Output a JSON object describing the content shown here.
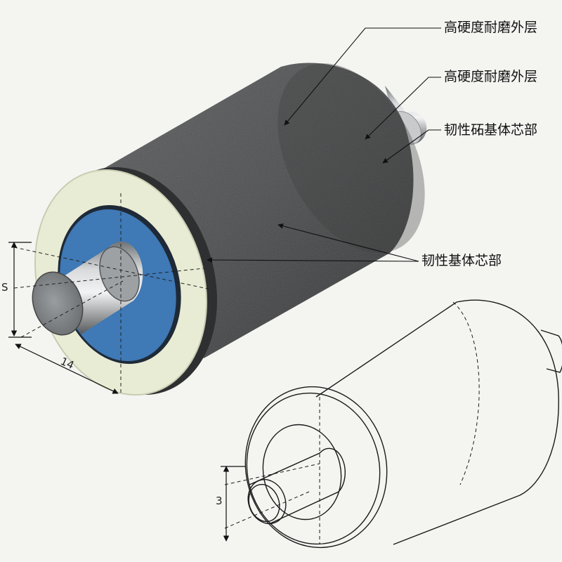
{
  "labels": {
    "callout_1": "高硬度耐磨外层",
    "callout_2": "高硬度耐磨外层",
    "callout_3": "韧性砳基体芯部",
    "callout_4": "韧性基体芯部"
  },
  "dimensions": {
    "shaft_height": "S",
    "length": "14",
    "lineart_height": "3"
  },
  "colors": {
    "outer_layer": "#4a4b4c",
    "inner_ring": "#e9ecd4",
    "core_blue": "#3f79b6",
    "shaft": "#a9abad",
    "background": "#f4f4f1"
  }
}
